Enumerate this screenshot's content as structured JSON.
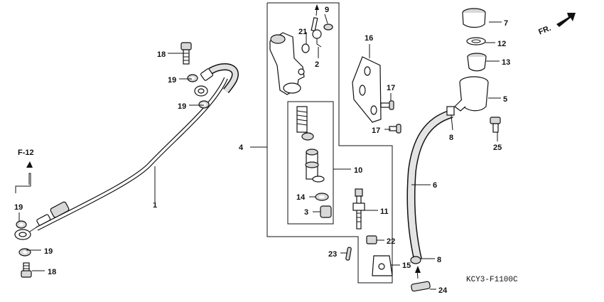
{
  "diagram": {
    "direction_label": "FR.",
    "ref_f12": "F-12",
    "code": "KCY3-F1100C",
    "callouts": {
      "c1": "1",
      "c2": "2",
      "c3": "3",
      "c4": "4",
      "c5": "5",
      "c6": "6",
      "c7": "7",
      "c8a": "8",
      "c8b": "8",
      "c9": "9",
      "c10": "10",
      "c11": "11",
      "c12": "12",
      "c13": "13",
      "c14": "14",
      "c15": "15",
      "c16": "16",
      "c17a": "17",
      "c17b": "17",
      "c18a": "18",
      "c18b": "18",
      "c19a": "19",
      "c19b": "19",
      "c19c": "19",
      "c19d": "19",
      "c21": "21",
      "c22": "22",
      "c23": "23",
      "c24": "24",
      "c25": "25"
    }
  }
}
